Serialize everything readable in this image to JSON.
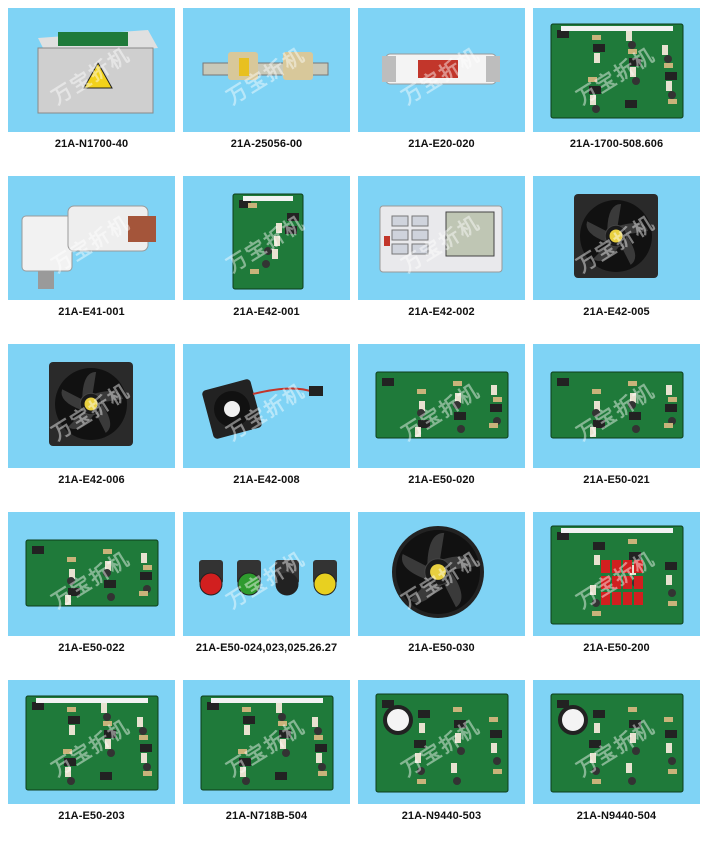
{
  "watermark": "万宝折机",
  "products": [
    {
      "code": "21A-N1700-40",
      "icon": "power-supply-box"
    },
    {
      "code": "21A-25056-00",
      "icon": "bolt-fuse"
    },
    {
      "code": "21A-E20-020",
      "icon": "cartridge-fuse"
    },
    {
      "code": "21A-1700-508.606",
      "icon": "circuit-board"
    },
    {
      "code": "21A-E41-001",
      "icon": "gear-motor"
    },
    {
      "code": "21A-E42-001",
      "icon": "small-circuit-board"
    },
    {
      "code": "21A-E42-002",
      "icon": "keypad-display"
    },
    {
      "code": "21A-E42-005",
      "icon": "cooling-fan"
    },
    {
      "code": "21A-E42-006",
      "icon": "cooling-fan"
    },
    {
      "code": "21A-E42-008",
      "icon": "small-fan"
    },
    {
      "code": "21A-E50-020",
      "icon": "power-board"
    },
    {
      "code": "21A-E50-021",
      "icon": "power-board"
    },
    {
      "code": "21A-E50-022",
      "icon": "power-board"
    },
    {
      "code": "21A-E50-024,023,025.26.27",
      "icon": "push-buttons"
    },
    {
      "code": "21A-E50-030",
      "icon": "round-fan"
    },
    {
      "code": "21A-E50-200",
      "icon": "relay-board"
    },
    {
      "code": "21A-E50-203",
      "icon": "circuit-board"
    },
    {
      "code": "21A-N718B-504",
      "icon": "circuit-board"
    },
    {
      "code": "21A-N9440-503",
      "icon": "power-board"
    },
    {
      "code": "21A-N9440-504",
      "icon": "power-board"
    }
  ]
}
